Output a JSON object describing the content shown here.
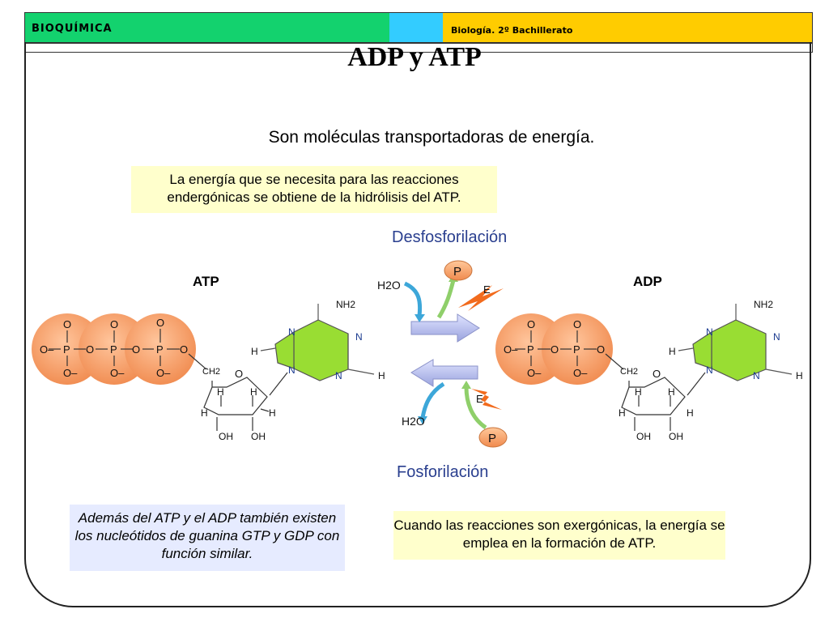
{
  "header": {
    "left_label": "BIOQUÍMICA",
    "right_label": "Biología. 2º Bachillerato",
    "colors": {
      "green": "#13d26e",
      "cyan": "#33ccff",
      "yellow": "#ffcc00"
    }
  },
  "title": "ADP y ATP",
  "subtitle": "Son moléculas transportadoras de energía.",
  "notes": {
    "top": "La energía que se necesita para las reacciones endergónicas se obtiene de la hidrólisis del ATP.",
    "bottom_left": "Además del ATP y el ADP también existen los nucleótidos de guanina GTP y GDP con función similar.",
    "bottom_right": "Cuando las reacciones son exergónicas, la energía se emplea en la formación de ATP."
  },
  "molecules": {
    "atp_label": "ATP",
    "adp_label": "ADP"
  },
  "reactions": {
    "top_label": "Desfosforilación",
    "bottom_label": "Fosforilación",
    "water": "H2O",
    "phosphate": "P",
    "energy": "E"
  },
  "atoms": {
    "o": "O",
    "p": "P",
    "n": "N",
    "h": "H",
    "oh": "OH",
    "ch2": "CH2",
    "nh2": "NH2",
    "o_minus": "O–"
  },
  "colors": {
    "phosphate_fill": "#f4955e",
    "adenine_fill": "#99dd33",
    "arrow_fill": "#b8bfea",
    "label_blue": "#2a3f8f"
  }
}
